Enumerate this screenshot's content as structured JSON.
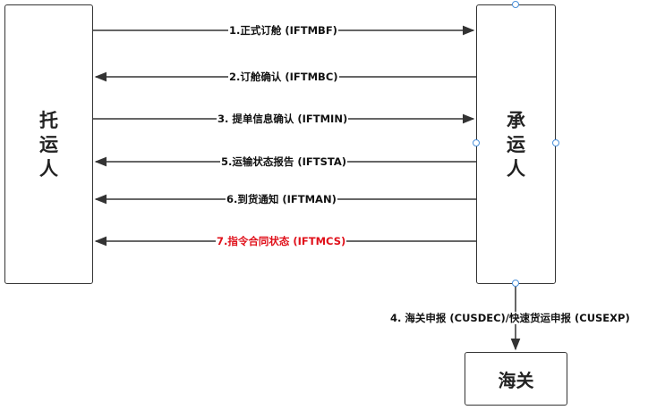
{
  "nodes": {
    "shipper": [
      "托",
      "运",
      "人"
    ],
    "carrier": [
      "承",
      "运",
      "人"
    ],
    "customs": "海关"
  },
  "messages": [
    {
      "label": "1.正式订舱 (IFTMBF)",
      "direction": "to-carrier",
      "color": "#111111"
    },
    {
      "label": "2.订舱确认 (IFTMBC)",
      "direction": "to-shipper",
      "color": "#111111"
    },
    {
      "label": "3. 提单信息确认 (IFTMIN)",
      "direction": "to-carrier",
      "color": "#111111"
    },
    {
      "label": "5.运输状态报告 (IFTSTA)",
      "direction": "to-shipper",
      "color": "#111111"
    },
    {
      "label": "6.到货通知 (IFTMAN)",
      "direction": "to-shipper",
      "color": "#111111"
    },
    {
      "label": "7.指令合同状态 (IFTMCS)",
      "direction": "to-shipper",
      "color": "#e0101a"
    }
  ],
  "customs_message": "4. 海关申报 (CUSDEC)/快速货运申报 (CUSEXP)"
}
